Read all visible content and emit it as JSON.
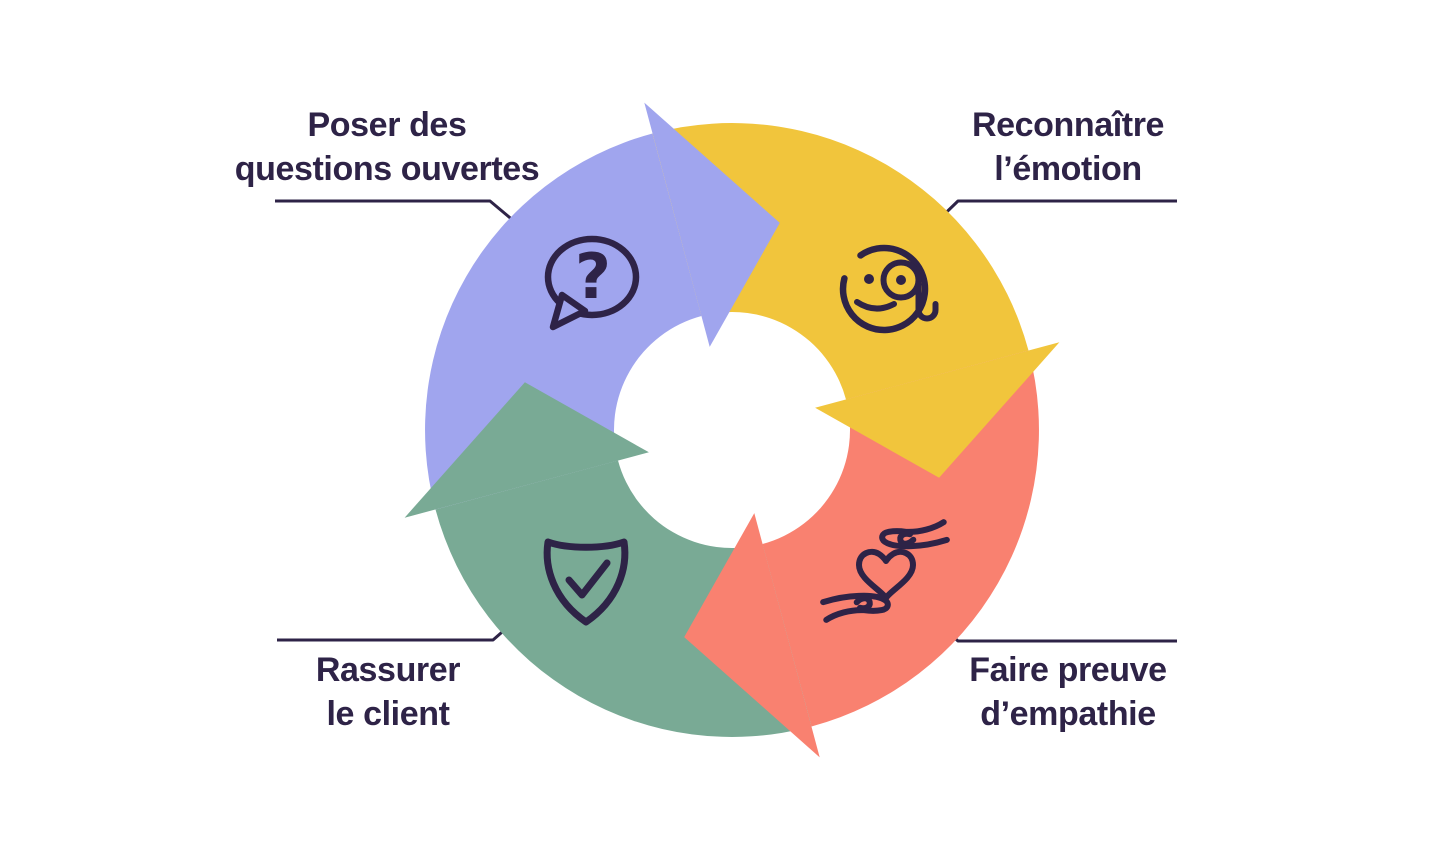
{
  "figure": {
    "type": "cycle-diagram",
    "background": "#ffffff",
    "ink_color": "#2e2347",
    "question_glyph": "?",
    "steps": [
      {
        "name": "poser-des-questions-ouvertes",
        "label_line1": "Poser des",
        "label_line2": "questions ouvertes",
        "color": "#a0a5ee",
        "icon": "speech-bubble-question-icon",
        "position": "top-left"
      },
      {
        "name": "reconnaitre-lemotion",
        "label_line1": "Reconnaître",
        "label_line2": "l’émotion",
        "color": "#f1c53c",
        "icon": "face-monocle-icon",
        "position": "top-right"
      },
      {
        "name": "faire-preuve-dempathie",
        "label_line1": "Faire preuve",
        "label_line2": "d’empathie",
        "color": "#f98170",
        "icon": "hands-heart-icon",
        "position": "bottom-right"
      },
      {
        "name": "rassurer-le-client",
        "label_line1": "Rassurer",
        "label_line2": "le client",
        "color": "#79aa95",
        "icon": "shield-check-icon",
        "position": "bottom-left"
      }
    ]
  }
}
